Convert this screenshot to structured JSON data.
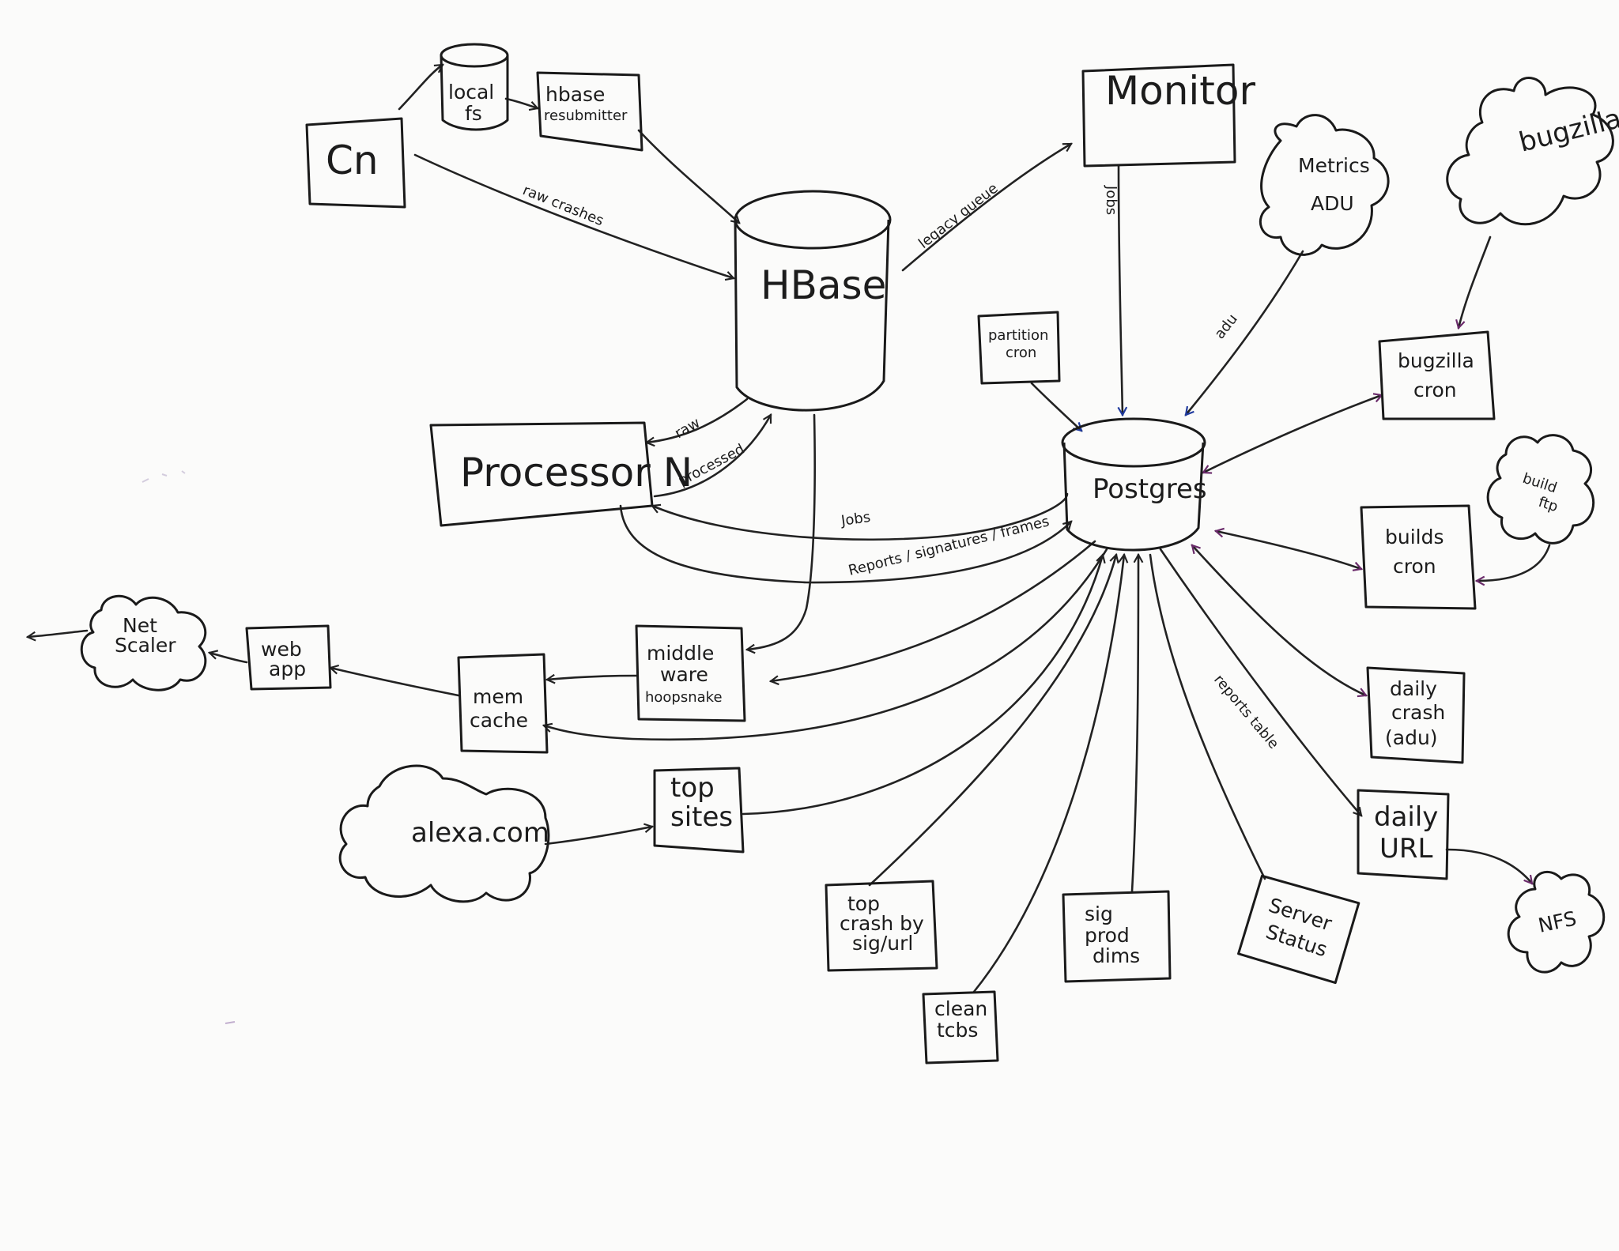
{
  "colors": {
    "background": "#fbfbfa",
    "ink_black": "#1c1c1c",
    "ink_brown": "#4a1f2a",
    "ink_blue": "#1f3a9e",
    "ink_purple": "#6a2a6a",
    "ink_green": "#1f4a34"
  },
  "nodes": {
    "cn": "Cn",
    "local_fs": [
      "local",
      "fs"
    ],
    "hbase_resubmitter": [
      "hbase",
      "resubmitter"
    ],
    "hbase": "HBase",
    "monitor": "Monitor",
    "processor": "Processor  N",
    "postgres": "Postgres",
    "partition_cron": [
      "partition",
      "cron"
    ],
    "metrics_adu": [
      "Metrics",
      "ADU"
    ],
    "bugzilla": "bugzilla",
    "bugzilla_cron": [
      "bugzilla",
      "cron"
    ],
    "build_ftp": [
      "build",
      "ftp"
    ],
    "builds_cron": [
      "builds",
      "cron"
    ],
    "daily_crash": [
      "daily",
      "crash",
      "(adu)"
    ],
    "daily_url": [
      "daily",
      "URL"
    ],
    "nfs": "NFS",
    "middleware": [
      "middle",
      "ware",
      "hoopsnake"
    ],
    "memcache": [
      "mem",
      "cache"
    ],
    "web_app": [
      "web",
      "app"
    ],
    "net_scaler": [
      "Net",
      "Scaler"
    ],
    "alexa": "alexa.com",
    "top_sites": [
      "top",
      "sites"
    ],
    "top_crash": [
      "top",
      "crash by",
      "sig/url"
    ],
    "clean_tcbs": [
      "clean",
      "tcbs"
    ],
    "sig_prod_dims": [
      "sig",
      "prod",
      "dims"
    ],
    "server_status": [
      "Server",
      "Status"
    ]
  },
  "edge_labels": {
    "raw_crashes": "raw crashes",
    "legacy_queue": "legacy queue",
    "jobs_monitor": "Jobs",
    "raw": "raw",
    "processed": "processed",
    "jobs": "Jobs",
    "reports": "Reports / signatures / frames",
    "adu": "adu",
    "reports_table": "reports table"
  }
}
